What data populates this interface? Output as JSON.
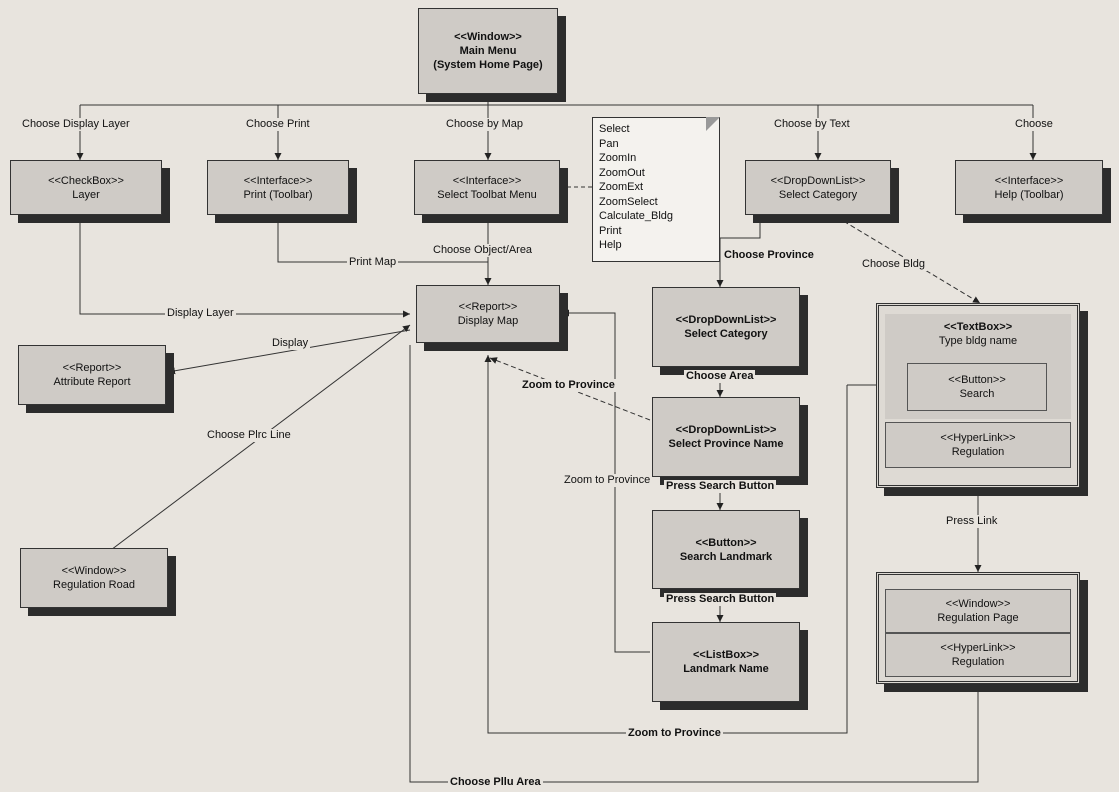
{
  "nodes": {
    "main_menu": [
      "<<Window>>",
      "Main Menu",
      "(System Home Page)"
    ],
    "layer": [
      "<<CheckBox>>",
      "Layer"
    ],
    "print_toolbar": [
      "<<Interface>>",
      "Print (Toolbar)"
    ],
    "select_toolbar_menu": [
      "<<Interface>>",
      "Select Toolbat Menu"
    ],
    "select_category_text": [
      "<<DropDownList>>",
      "Select Category"
    ],
    "help_toolbar": [
      "<<Interface>>",
      "Help (Toolbar)"
    ],
    "display_map": [
      "<<Report>>",
      "Display Map"
    ],
    "attribute_report": [
      "<<Report>>",
      "Attribute Report"
    ],
    "regulation_road": [
      "<<Window>>",
      "Regulation Road"
    ],
    "select_category_province": [
      "<<DropDownList>>",
      "Select Category"
    ],
    "select_province_name": [
      "<<DropDownList>>",
      "Select Province Name"
    ],
    "search_landmark": [
      "<<Button>>",
      "Search Landmark"
    ],
    "landmark_name": [
      "<<ListBox>>",
      "Landmark Name"
    ]
  },
  "frames": {
    "bldg": {
      "textbox": [
        "<<TextBox>>",
        "Type bldg name"
      ],
      "button": [
        "<<Button>>",
        "Search"
      ],
      "hyperlink": [
        "<<HyperLink>>",
        "Regulation"
      ]
    },
    "regulation": {
      "window": [
        "<<Window>>",
        "Regulation Page"
      ],
      "hyperlink": [
        "<<HyperLink>>",
        "Regulation"
      ]
    }
  },
  "toolbar_note": [
    "Select",
    "Pan",
    "ZoomIn",
    "ZoomOut",
    "ZoomExt",
    "ZoomSelect",
    "Calculate_Bldg",
    "Print",
    "Help"
  ],
  "labels": {
    "choose_display_layer": "Choose Display Layer",
    "choose_print": "Choose Print",
    "choose_by_map": "Choose by Map",
    "choose_by_text": "Choose by Text",
    "choose": "Choose",
    "choose_object_area": "Choose Object/Area",
    "print_map": "Print Map",
    "display_layer": "Display Layer",
    "display": "Display",
    "choose_plrc_line": "Choose Plrc Line",
    "zoom_to_province_1": "Zoom to Province",
    "zoom_to_province_2": "Zoom to Province",
    "zoom_to_province_3": "Zoom to Province",
    "choose_province": "Choose Province",
    "choose_bldg": "Choose Bldg",
    "choose_area": "Choose Area",
    "press_search_button_1": "Press Search Button",
    "press_search_button_2": "Press Search Button",
    "press_link": "Press Link",
    "choose_pllu_area": "Choose Pllu Area"
  }
}
